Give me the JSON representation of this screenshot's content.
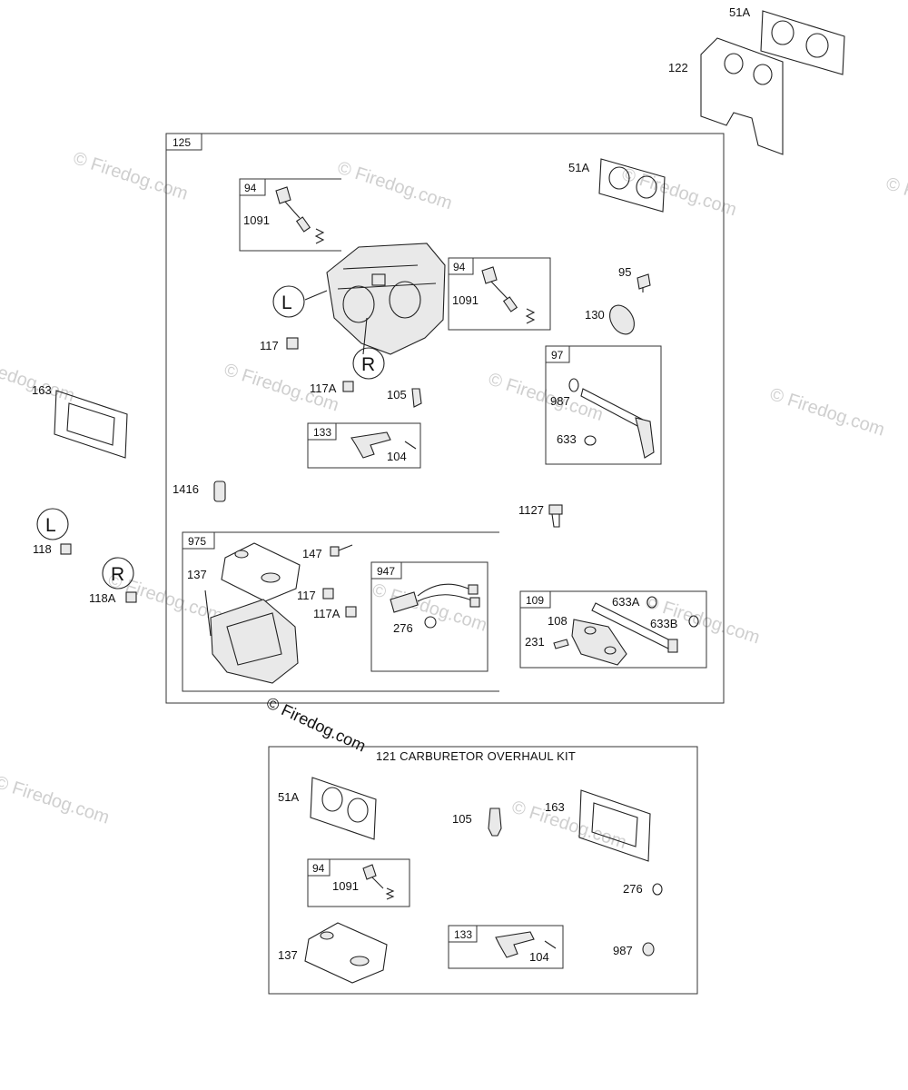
{
  "watermark": "© Firedog.com",
  "copyright": "© Firedog.com",
  "main_group": "125",
  "kit_title": "121 CARBURETOR OVERHAUL KIT",
  "markers": {
    "left": "L",
    "right": "R"
  },
  "labels": {
    "p51a_top": "51A",
    "p122": "122",
    "p51a_main": "51A",
    "p94_a": "94",
    "p1091_a": "1091",
    "p94_b": "94",
    "p1091_b": "1091",
    "p95": "95",
    "p130": "130",
    "p117": "117",
    "p117a": "117A",
    "p105": "105",
    "p97": "97",
    "p987": "987",
    "p633": "633",
    "p133": "133",
    "p104": "104",
    "p163": "163",
    "p1416": "1416",
    "p1127": "1127",
    "p118": "118",
    "p118a": "118A",
    "p975": "975",
    "p147": "147",
    "p137": "137",
    "p117_b": "117",
    "p117a_b": "117A",
    "p947": "947",
    "p276": "276",
    "p109": "109",
    "p633a": "633A",
    "p108": "108",
    "p633b": "633B",
    "p231": "231",
    "k51a": "51A",
    "k105": "105",
    "k163": "163",
    "k94": "94",
    "k1091": "1091",
    "k276": "276",
    "k137": "137",
    "k133": "133",
    "k104": "104",
    "k987": "987"
  }
}
